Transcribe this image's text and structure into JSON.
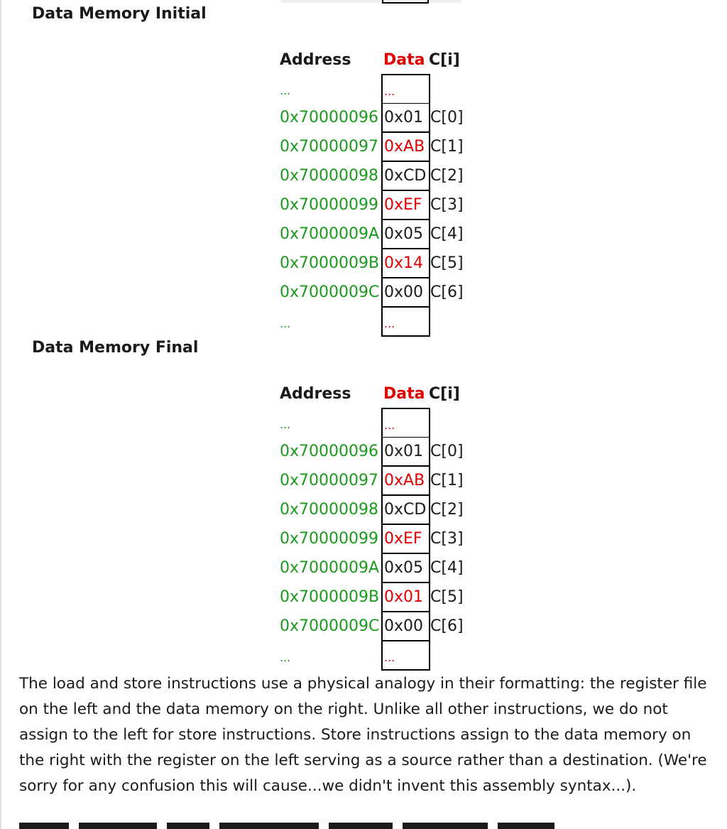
{
  "sections": [
    {
      "title": "Data Memory Initial",
      "headers": {
        "address": "Address",
        "data": "Data",
        "index": "C[i]"
      },
      "top_ellipsis": {
        "address": "...",
        "data": "..."
      },
      "rows": [
        {
          "address": "0x70000096",
          "data": "0x01",
          "data_color": "black",
          "index": "C[0]"
        },
        {
          "address": "0x70000097",
          "data": "0xAB",
          "data_color": "red",
          "index": "C[1]"
        },
        {
          "address": "0x70000098",
          "data": "0xCD",
          "data_color": "black",
          "index": "C[2]"
        },
        {
          "address": "0x70000099",
          "data": "0xEF",
          "data_color": "red",
          "index": "C[3]"
        },
        {
          "address": "0x7000009A",
          "data": "0x05",
          "data_color": "black",
          "index": "C[4]"
        },
        {
          "address": "0x7000009B",
          "data": "0x14",
          "data_color": "red",
          "index": "C[5]"
        },
        {
          "address": "0x7000009C",
          "data": "0x00",
          "data_color": "black",
          "index": "C[6]"
        }
      ],
      "bottom_ellipsis": {
        "address": "...",
        "data": "..."
      }
    },
    {
      "title": "Data Memory Final",
      "headers": {
        "address": "Address",
        "data": "Data",
        "index": "C[i]"
      },
      "top_ellipsis": {
        "address": "...",
        "data": "..."
      },
      "rows": [
        {
          "address": "0x70000096",
          "data": "0x01",
          "data_color": "black",
          "index": "C[0]"
        },
        {
          "address": "0x70000097",
          "data": "0xAB",
          "data_color": "red",
          "index": "C[1]"
        },
        {
          "address": "0x70000098",
          "data": "0xCD",
          "data_color": "black",
          "index": "C[2]"
        },
        {
          "address": "0x70000099",
          "data": "0xEF",
          "data_color": "red",
          "index": "C[3]"
        },
        {
          "address": "0x7000009A",
          "data": "0x05",
          "data_color": "black",
          "index": "C[4]"
        },
        {
          "address": "0x7000009B",
          "data": "0x01",
          "data_color": "red",
          "index": "C[5]"
        },
        {
          "address": "0x7000009C",
          "data": "0x00",
          "data_color": "black",
          "index": "C[6]"
        }
      ],
      "bottom_ellipsis": {
        "address": "...",
        "data": "..."
      }
    }
  ],
  "paragraph": "The load and store instructions use a physical analogy in their formatting: the register file on the left and the data memory on the right. Unlike all other instructions, we do not assign to the left for store instructions. Store instructions assign to the data memory on the right with the register on the left serving as a source rather than a destination. (We're sorry for any confusion this will cause...we didn't invent this assembly syntax...).",
  "colors": {
    "address": "#1a9a1a",
    "data_red": "#e00000",
    "text": "#1a1a1a"
  }
}
